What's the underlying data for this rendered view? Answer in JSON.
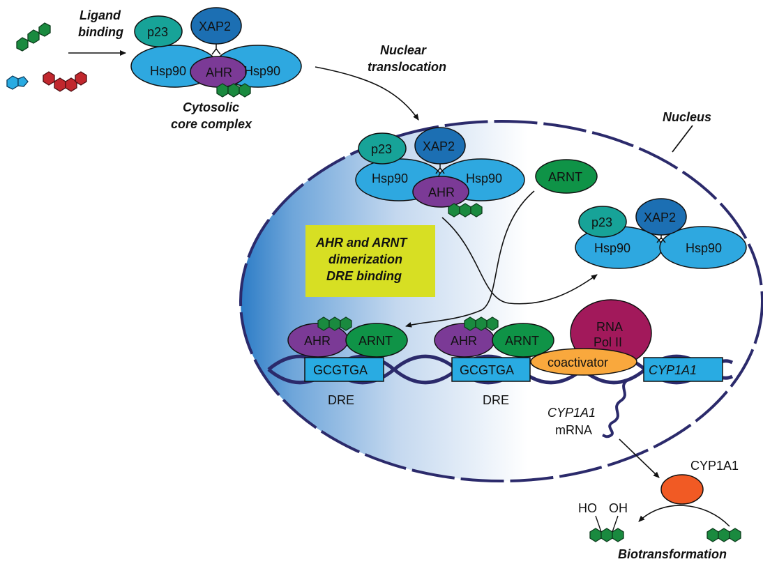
{
  "labels": {
    "ligand_binding_1": "Ligand",
    "ligand_binding_2": "binding",
    "nuclear_translocation_1": "Nuclear",
    "nuclear_translocation_2": "translocation",
    "cytosolic_1": "Cytosolic",
    "cytosolic_2": "core complex",
    "nucleus": "Nucleus",
    "dimerization_1": "AHR and ARNT",
    "dimerization_2": "dimerization",
    "dimerization_3": "DRE binding",
    "dre": "DRE",
    "cyp_mrna_1": "CYP1A1",
    "cyp_mrna_2": "mRNA",
    "cyp_protein": "CYP1A1",
    "ho": "HO",
    "oh": "OH",
    "biotransformation": "Biotransformation"
  },
  "proteins": {
    "p23": "p23",
    "xap2": "XAP2",
    "hsp90": "Hsp90",
    "ahr": "AHR",
    "arnt": "ARNT",
    "rna_pol_1": "RNA",
    "rna_pol_2": "Pol II",
    "coactivator": "coactivator"
  },
  "dna": {
    "dre_sequence": "GCGTGA",
    "gene": "CYP1A1"
  },
  "colors": {
    "hsp90": "#2ea8e0",
    "p23": "#17a398",
    "xap2": "#1c6fb3",
    "ahr": "#7b3a96",
    "arnt": "#0f9347",
    "rna_pol": "#a2195b",
    "coactivator": "#f9a83d",
    "cyp_enzyme": "#f15a24",
    "ligand_green": "#1a8a3f",
    "ligand_blue": "#29abe2",
    "ligand_red": "#c1272d",
    "dna": "#2b2a6b",
    "dre_box": "#29abe2",
    "nucleus_edge": "#2b2a6b",
    "highlight": "#d7df23"
  }
}
